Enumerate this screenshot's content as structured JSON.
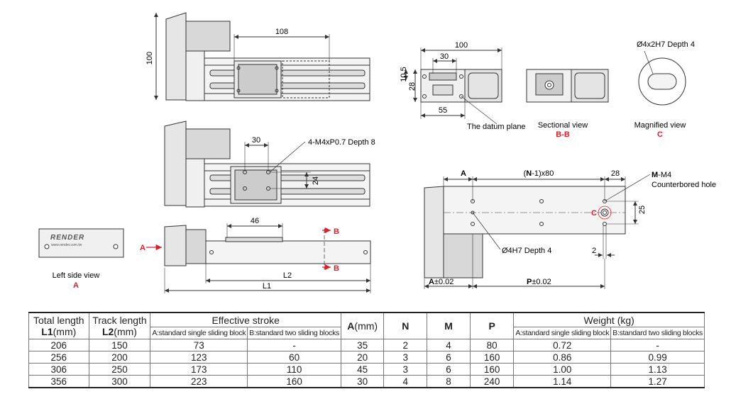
{
  "drawing": {
    "top_view": {
      "dim_width": "100",
      "dim_top": "108"
    },
    "mid_view": {
      "dim_30": "30",
      "dim_24": "24",
      "callout": "4-M4xP0.7 Depth 8"
    },
    "side_view": {
      "dim_46": "46",
      "dim_l2": "L2",
      "dim_l1": "L1",
      "section_mark": "B",
      "arrow_mark": "A"
    },
    "left_view": {
      "brand": "RENDER",
      "url": "www.render.com.tw",
      "caption": "Left side view",
      "caption_letter": "A"
    },
    "end_view": {
      "dim_100": "100",
      "dim_30": "30",
      "dim_28": "28",
      "dim_10_5": "10.5",
      "dim_55": "55",
      "datum_label": "The datum plane"
    },
    "section_view": {
      "caption": "Sectional view",
      "caption_letter": "B-B"
    },
    "magnified_view": {
      "callout": "Ø4x2H7 Depth 4",
      "caption": "Magnified view",
      "caption_letter": "C"
    },
    "base_view": {
      "dim_a": "A",
      "dim_n_prefix": "(",
      "dim_n_letter": "N",
      "dim_n_suffix": "-1)x80",
      "dim_28": "28",
      "hole_letter": "M",
      "hole_label": "-M4",
      "hole_label2": "Counterbored hole",
      "dim_25": "25",
      "dim_2": "2",
      "pin_label": "Ø4H7 Depth 4",
      "detail_mark": "C",
      "tol_a_letter": "A",
      "tol_a": "±0.02",
      "tol_p_letter": "P",
      "tol_p": "±0.02"
    }
  },
  "table": {
    "headers": {
      "total_length": "Total length",
      "total_length_unit_b": "L1",
      "total_length_unit": "(mm)",
      "track_length": "Track length",
      "track_length_unit_b": "L2",
      "track_length_unit": "(mm)",
      "effective_stroke": "Effective stroke",
      "stroke_a": "A:standard single sliding block",
      "stroke_b": "B:standard two sliding blocks",
      "a_mm_b": "A",
      "a_mm": "(mm)",
      "n": "N",
      "m": "M",
      "p": "P",
      "weight": "Weight (kg)",
      "weight_a": "A:standard single sliding block",
      "weight_b": "B:standard two sliding blocks"
    },
    "rows": [
      [
        "206",
        "150",
        "73",
        "-",
        "35",
        "2",
        "4",
        "80",
        "0.72",
        "-"
      ],
      [
        "256",
        "200",
        "123",
        "60",
        "20",
        "3",
        "6",
        "160",
        "0.86",
        "0.99"
      ],
      [
        "306",
        "250",
        "173",
        "110",
        "45",
        "3",
        "6",
        "160",
        "1.00",
        "1.13"
      ],
      [
        "356",
        "300",
        "223",
        "160",
        "30",
        "4",
        "8",
        "240",
        "1.14",
        "1.27"
      ]
    ]
  }
}
